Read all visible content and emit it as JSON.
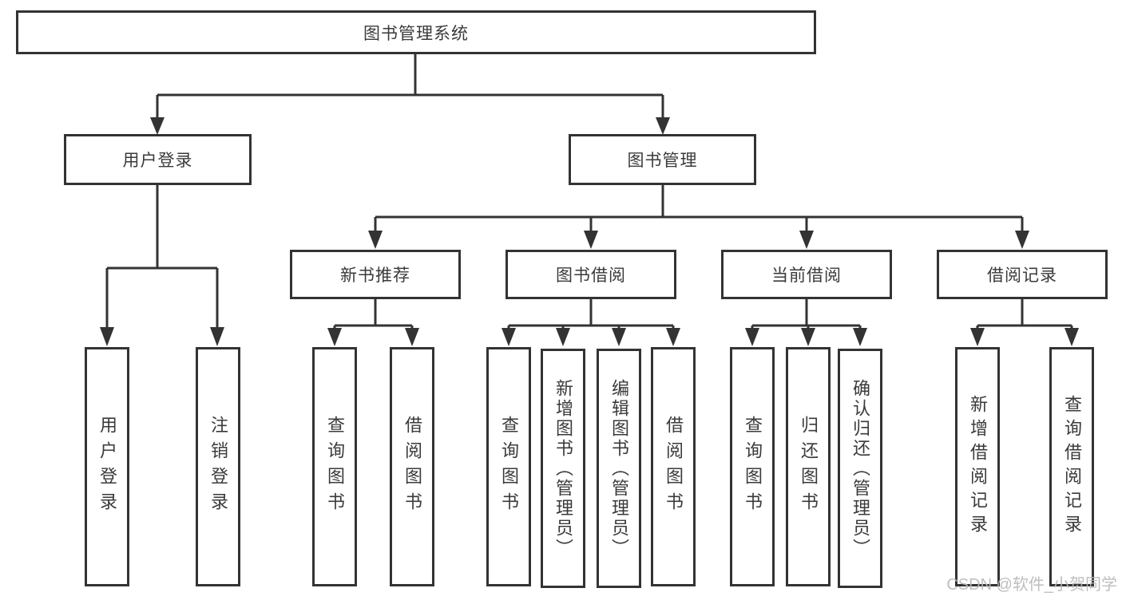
{
  "diagram": {
    "root": {
      "label": "图书管理系统"
    },
    "level2": [
      {
        "id": "user-login",
        "label": "用户登录"
      },
      {
        "id": "book-management",
        "label": "图书管理"
      }
    ],
    "level3": [
      {
        "id": "new-book-recommend",
        "parent": "book-management",
        "label": "新书推荐"
      },
      {
        "id": "book-borrowing",
        "parent": "book-management",
        "label": "图书借阅"
      },
      {
        "id": "current-borrowing",
        "parent": "book-management",
        "label": "当前借阅"
      },
      {
        "id": "borrowing-records",
        "parent": "book-management",
        "label": "借阅记录"
      }
    ],
    "leaves": [
      {
        "parent": "user-login",
        "label": "用户登录"
      },
      {
        "parent": "user-login",
        "label": "注销登录"
      },
      {
        "parent": "new-book-recommend",
        "label": "查询图书"
      },
      {
        "parent": "new-book-recommend",
        "label": "借阅图书"
      },
      {
        "parent": "book-borrowing",
        "label": "查询图书"
      },
      {
        "parent": "book-borrowing",
        "label": "新增图书（管理员）"
      },
      {
        "parent": "book-borrowing",
        "label": "编辑图书（管理员）"
      },
      {
        "parent": "book-borrowing",
        "label": "借阅图书"
      },
      {
        "parent": "current-borrowing",
        "label": "查询图书"
      },
      {
        "parent": "current-borrowing",
        "label": "归还图书"
      },
      {
        "parent": "current-borrowing",
        "label": "确认归还（管理员）"
      },
      {
        "parent": "borrowing-records",
        "label": "新增借阅记录"
      },
      {
        "parent": "borrowing-records",
        "label": "查询借阅记录"
      }
    ]
  },
  "watermark": {
    "text": "CSDN @软件_小贺同学"
  },
  "colors": {
    "line": "#333333",
    "border": "#333333",
    "text": "#3a3a3a",
    "background": "#ffffff",
    "watermark": "#b9b9b9"
  }
}
